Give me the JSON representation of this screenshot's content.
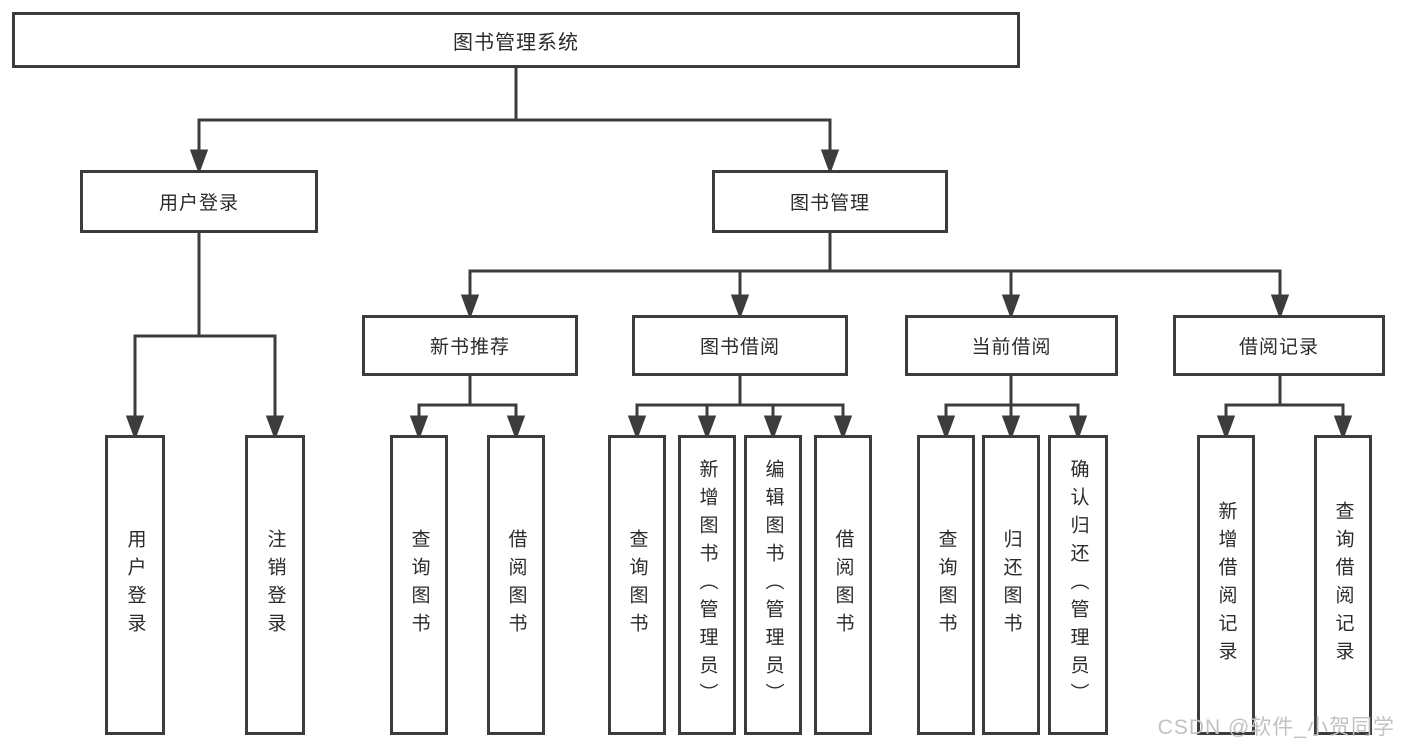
{
  "tree": {
    "root": {
      "label": "图书管理系统",
      "children": [
        {
          "label": "用户登录",
          "children": [
            {
              "label": "用户登录"
            },
            {
              "label": "注销登录"
            }
          ]
        },
        {
          "label": "图书管理",
          "children": [
            {
              "label": "新书推荐",
              "children": [
                {
                  "label": "查询图书"
                },
                {
                  "label": "借阅图书"
                }
              ]
            },
            {
              "label": "图书借阅",
              "children": [
                {
                  "label": "查询图书"
                },
                {
                  "label": "新增图书（管理员）"
                },
                {
                  "label": "编辑图书（管理员）"
                },
                {
                  "label": "借阅图书"
                }
              ]
            },
            {
              "label": "当前借阅",
              "children": [
                {
                  "label": "查询图书"
                },
                {
                  "label": "归还图书"
                },
                {
                  "label": "确认归还（管理员）"
                }
              ]
            },
            {
              "label": "借阅记录",
              "children": [
                {
                  "label": "新增借阅记录"
                },
                {
                  "label": "查询借阅记录"
                }
              ]
            }
          ]
        }
      ]
    }
  },
  "watermark": {
    "text": "CSDN @软件_小贺同学"
  },
  "colors": {
    "line": "#3c3c3c",
    "text": "#2b2b2b",
    "watermark": "#c2c2c2",
    "background": "#ffffff"
  }
}
